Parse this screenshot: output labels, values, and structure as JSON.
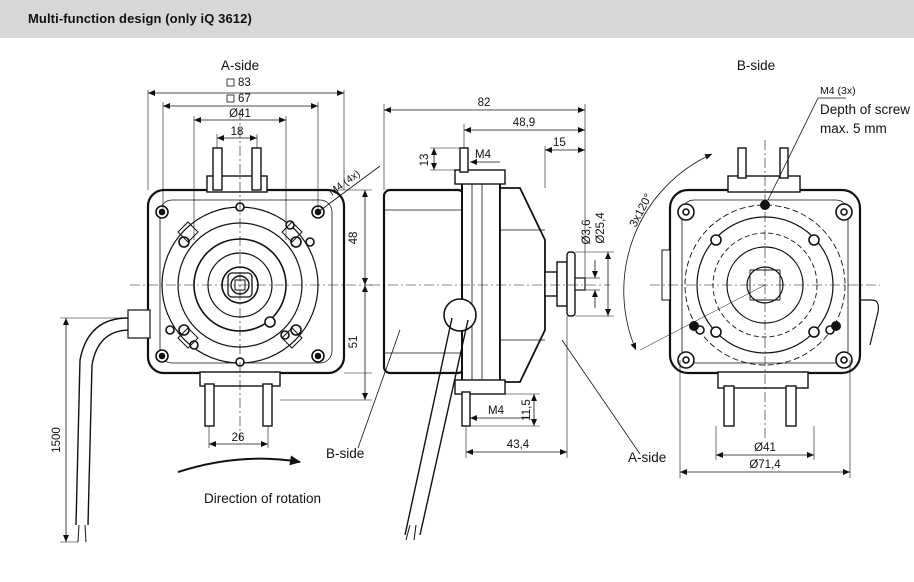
{
  "header": {
    "title": "Multi-function design (only iQ 3612)"
  },
  "labels": {
    "a_side_title": "A-side",
    "b_side_title": "B-side",
    "b_side_callout": "B-side",
    "a_side_callout": "A-side",
    "direction": "Direction of rotation",
    "screw_thread": "M4 (3x)",
    "screw_depth_line1": "Depth of screw",
    "screw_depth_line2": "max. 5 mm",
    "angle": "3x120°"
  },
  "dimensions": {
    "sq83": "83",
    "sq67": "67",
    "d41_top": "Ø41",
    "d18": "18",
    "m4_4x": "M4 (4x)",
    "d48": "48",
    "d51": "51",
    "d26": "26",
    "d1500": "1500",
    "d82": "82",
    "d48_9": "48,9",
    "d15": "15",
    "d13": "13",
    "m4_top": "M4",
    "d3_6": "Ø3,6",
    "d25_4": "Ø25,4",
    "m4_bottom": "M4",
    "d11_5": "11,5",
    "d43_4": "43,4",
    "d41_bside": "Ø41",
    "d71_4": "Ø71,4"
  }
}
